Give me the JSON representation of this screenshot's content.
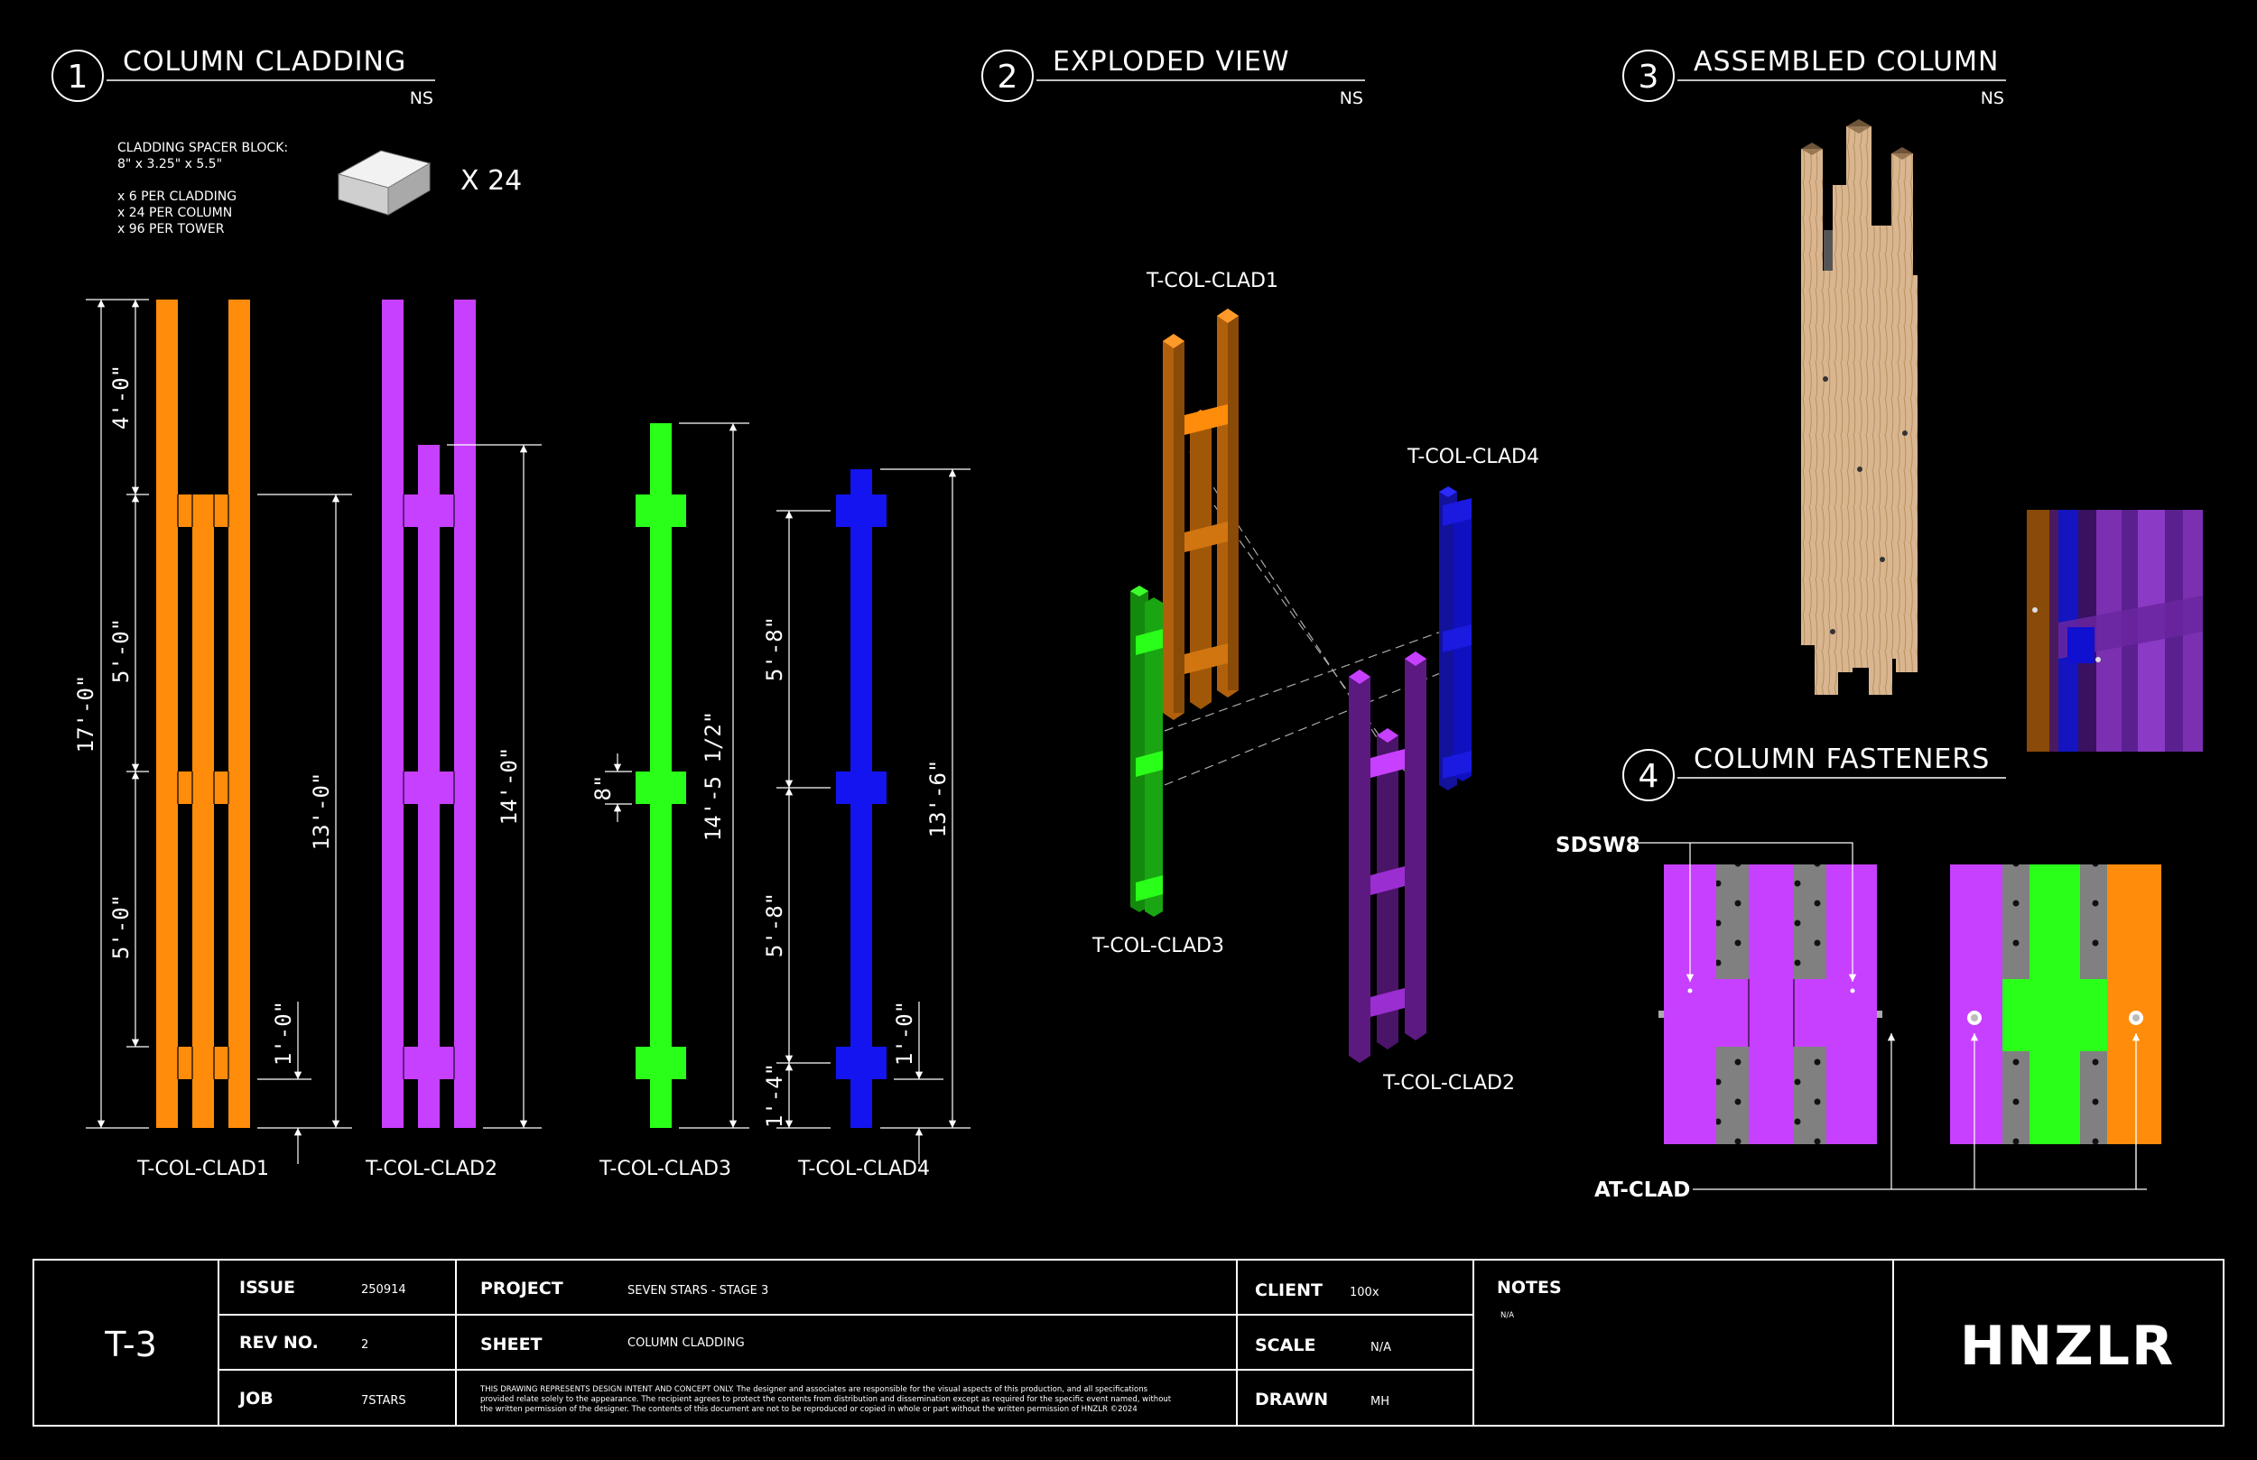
{
  "colors": {
    "background": "#000000",
    "line": "#ffffff",
    "clad1": "#ff8c0a",
    "clad2": "#c740ff",
    "clad3": "#2aff1a",
    "clad4": "#1414f0",
    "wood": "#d8b48c",
    "steel": "#7a7a7a"
  },
  "sections": [
    {
      "num": "1",
      "title": "COLUMN CLADDING",
      "scale": "NS"
    },
    {
      "num": "2",
      "title": "EXPLODED VIEW",
      "scale": "NS"
    },
    {
      "num": "3",
      "title": "ASSEMBLED COLUMN",
      "scale": "NS"
    },
    {
      "num": "4",
      "title": "COLUMN FASTENERS",
      "scale": ""
    }
  ],
  "spacer": {
    "line1": "CLADDING SPACER BLOCK:",
    "line2": "8\" x 3.25\" x 5.5\"",
    "line3": "x 6 PER CLADDING",
    "line4": "x 24 PER COLUMN",
    "line5": "x 96 PER TOWER",
    "count": "X 24"
  },
  "elevations": {
    "labels": [
      "T-COL-CLAD1",
      "T-COL-CLAD2",
      "T-COL-CLAD3",
      "T-COL-CLAD4"
    ],
    "dims": {
      "overall1": "17'-0\"",
      "top_seg": "4'-0\"",
      "mid_seg1": "5'-0\"",
      "mid_seg2": "5'-0\"",
      "base1": "1'-0\"",
      "clad2_height": "13'-0\"",
      "clad2_post": "14'-0\"",
      "clad3_block": "8\"",
      "clad3_height": "14'-5 1/2\"",
      "clad4_seg1": "5'-8\"",
      "clad4_seg2": "5'-8\"",
      "clad4_base": "1'-4\"",
      "clad4_base2": "1'-0\"",
      "clad4_height": "13'-6\""
    }
  },
  "exploded": {
    "labels": [
      "T-COL-CLAD1",
      "T-COL-CLAD4",
      "T-COL-CLAD3",
      "T-COL-CLAD2"
    ]
  },
  "fasteners": {
    "screw": "SDSW8",
    "bolt": "AT-CLAD"
  },
  "title_block": {
    "sheet_no": "T-3",
    "issue_label": "ISSUE",
    "issue": "250914",
    "rev_label": "REV NO.",
    "rev": "2",
    "job_label": "JOB",
    "job": "7STARS",
    "project_label": "PROJECT",
    "project": "SEVEN STARS - STAGE 3",
    "sheet_label": "SHEET",
    "sheet": "COLUMN CLADDING",
    "disclaimer1": "THIS DRAWING REPRESENTS DESIGN INTENT AND CONCEPT ONLY. The designer and associates are responsible for the visual aspects of this production, and all specifications",
    "disclaimer2": "provided relate solely to the appearance. The recipient agrees to protect the contents from distribution and dissemination except as required for the specific event named, without",
    "disclaimer3": "the written permission of the designer. The contents of this document are not to be reproduced or copied in whole or part without the written permission of HNZLR ©2024",
    "client_label": "CLIENT",
    "client": "100x",
    "scale_label": "SCALE",
    "scale": "N/A",
    "drawn_label": "DRAWN",
    "drawn": "MH",
    "notes_label": "NOTES",
    "notes": "N/A",
    "logo": "HNZLR"
  }
}
